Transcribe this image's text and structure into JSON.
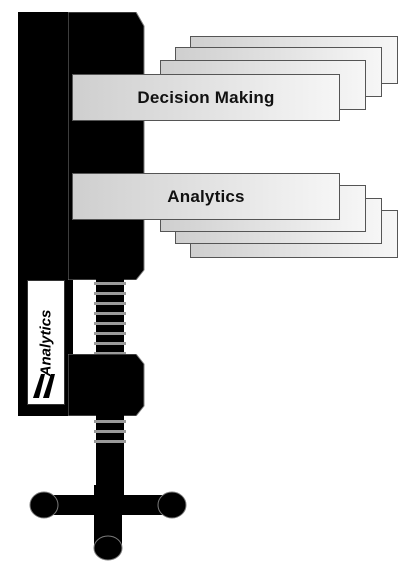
{
  "diagram": {
    "top_label": "Decision Making",
    "bottom_label": "Analytics",
    "logo_text": "Analytics"
  },
  "colors": {
    "clamp": "#000000",
    "panel_border": "#555555",
    "panel_light": "#f6f6f6",
    "panel_dark": "#cfcfcf"
  }
}
